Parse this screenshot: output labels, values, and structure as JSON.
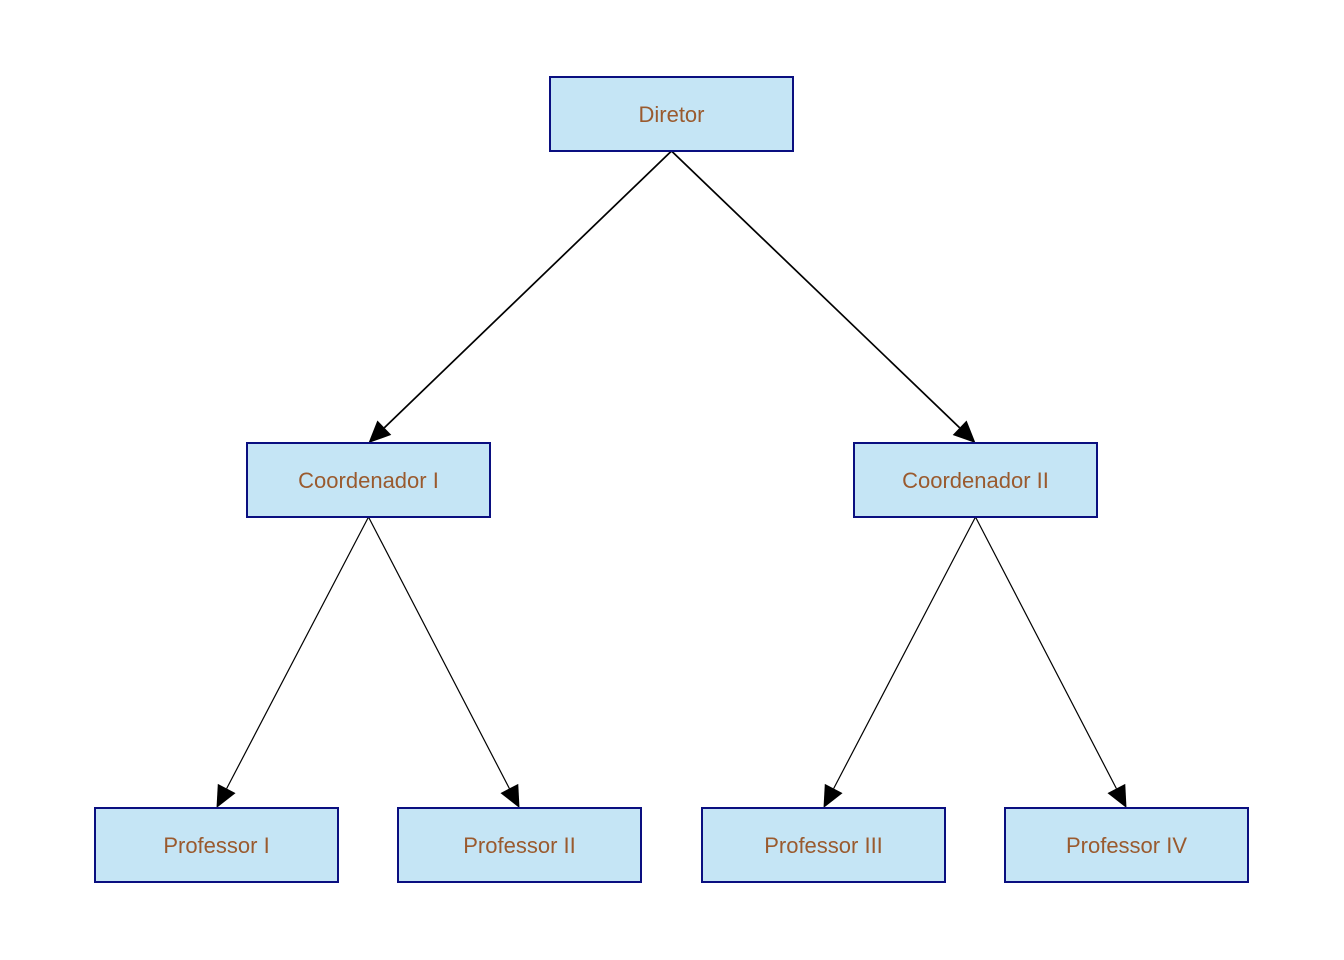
{
  "nodes": [
    {
      "id": "diretor",
      "label": "Diretor"
    },
    {
      "id": "coord1",
      "label": "Coordenador I"
    },
    {
      "id": "coord2",
      "label": "Coordenador II"
    },
    {
      "id": "prof1",
      "label": "Professor I"
    },
    {
      "id": "prof2",
      "label": "Professor II"
    },
    {
      "id": "prof3",
      "label": "Professor III"
    },
    {
      "id": "prof4",
      "label": "Professor IV"
    }
  ],
  "edges": [
    {
      "from": "diretor",
      "to": "coord1"
    },
    {
      "from": "diretor",
      "to": "coord2"
    },
    {
      "from": "coord1",
      "to": "prof1"
    },
    {
      "from": "coord1",
      "to": "prof2"
    },
    {
      "from": "coord2",
      "to": "prof3"
    },
    {
      "from": "coord2",
      "to": "prof4"
    }
  ],
  "colors": {
    "node_fill": "#c5e5f5",
    "node_border": "#0a0f80",
    "label_text": "#9a5a2e",
    "edge": "#000000"
  }
}
